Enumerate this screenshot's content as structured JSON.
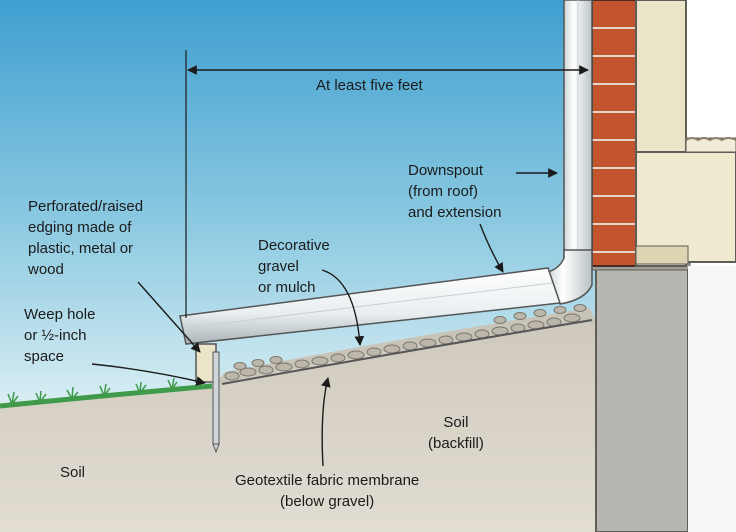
{
  "distance_label": "At least five feet",
  "labels": {
    "downspout": [
      "Downspout",
      "(from roof)",
      "and extension"
    ],
    "edging": [
      "Perforated/raised",
      "edging made of",
      "plastic, metal or",
      "wood"
    ],
    "decorative": [
      "Decorative",
      "gravel",
      "or mulch"
    ],
    "weep": [
      "Weep hole",
      "or ½-inch",
      "space"
    ],
    "soil_backfill": [
      "Soil",
      "(backfill)"
    ],
    "soil_left": "Soil",
    "geotextile": [
      "Geotextile fabric membrane",
      "(below gravel)"
    ]
  },
  "colors": {
    "sky_top": "#3f9fd0",
    "sky_bottom": "#d9eef4",
    "soil": "#d4cfc3",
    "grass": "#3f9a4a",
    "brick": "#c2552e",
    "foundation": "#b8b6b0",
    "wood": "#eae4c8",
    "gravel": "#c2bdb2"
  }
}
